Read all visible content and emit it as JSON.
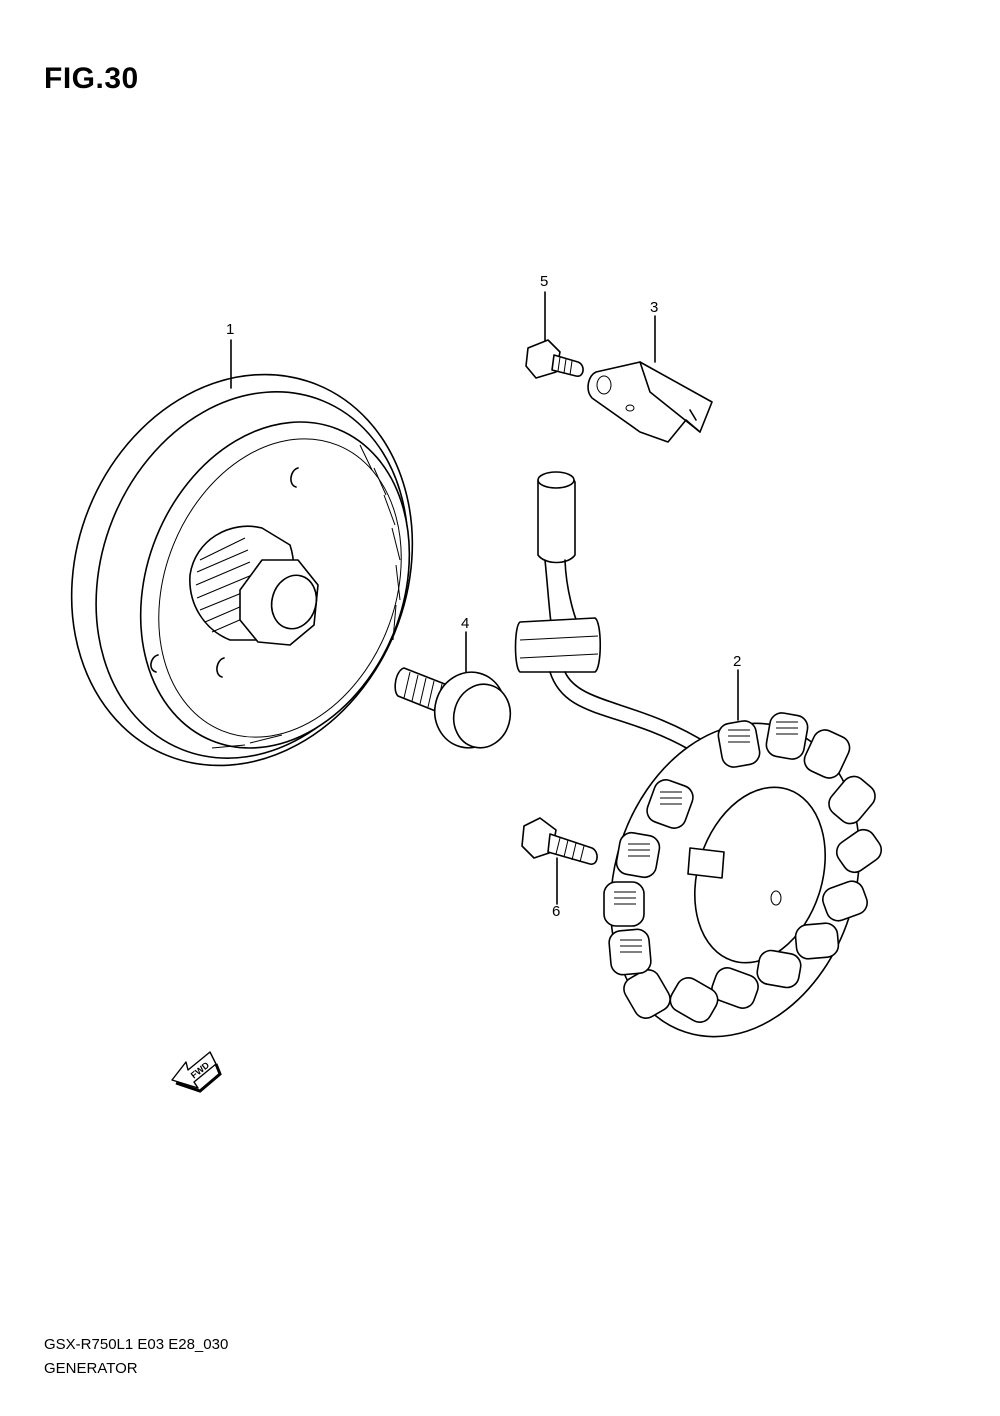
{
  "figure": {
    "title": "FIG.30"
  },
  "footer": {
    "model_code": "GSX-R750L1 E03 E28_030",
    "section_name": "GENERATOR"
  },
  "callouts": {
    "p1": "1",
    "p2": "2",
    "p3": "3",
    "p4": "4",
    "p5": "5",
    "p6": "6"
  },
  "fwd_label": "FWD"
}
